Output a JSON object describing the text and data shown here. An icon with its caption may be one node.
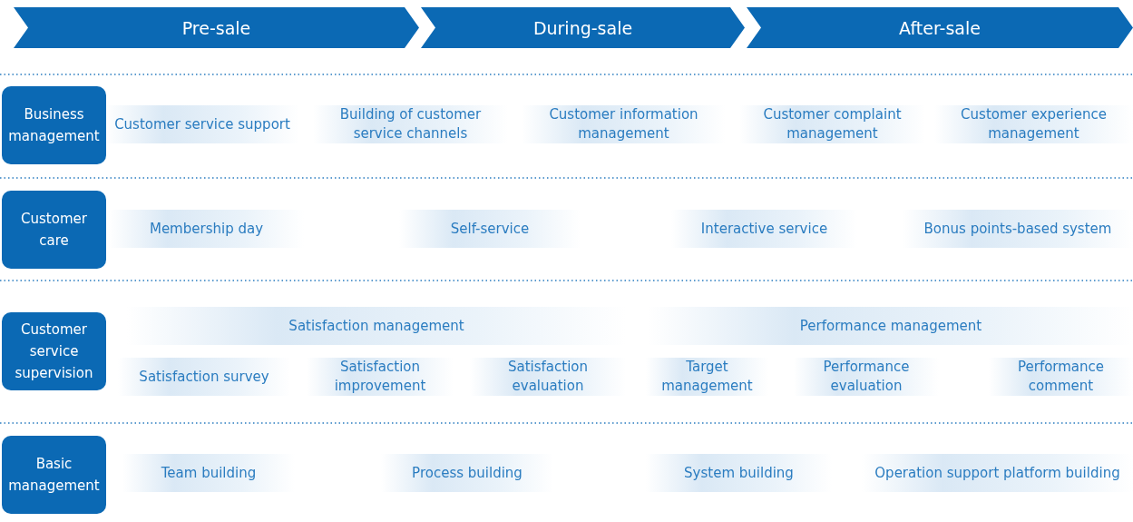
{
  "diagram": {
    "nodes": [
      {
        "text": [
          "Pre-sale"
        ]
      },
      {
        "text": [
          "During-sale"
        ]
      },
      {
        "text": [
          "After-sale"
        ]
      },
      {
        "text": [
          "Business management"
        ]
      },
      {
        "text": [
          "Customer service support"
        ]
      },
      {
        "text": [
          "Building of customer service channels"
        ]
      },
      {
        "text": [
          "Customer information management"
        ]
      },
      {
        "text": [
          "Customer complaint management"
        ]
      },
      {
        "text": [
          "Customer experience management"
        ]
      },
      {
        "text": [
          "Customer care"
        ]
      },
      {
        "text": [
          "Membership day"
        ]
      },
      {
        "text": [
          "Self-service"
        ]
      },
      {
        "text": [
          "Interactive service"
        ]
      },
      {
        "text": [
          "Bonus points-based system"
        ]
      },
      {
        "text": [
          "Customer service supervision"
        ]
      },
      {
        "text": [
          "Satisfaction management"
        ]
      },
      {
        "text": [
          "Performance management"
        ]
      },
      {
        "text": [
          "Satisfaction survey"
        ]
      },
      {
        "text": [
          "Satisfaction improvement"
        ]
      },
      {
        "text": [
          "Satisfaction evaluation"
        ]
      },
      {
        "text": [
          "Target management"
        ]
      },
      {
        "text": [
          "Performance evaluation"
        ]
      },
      {
        "text": [
          "Performance comment"
        ]
      },
      {
        "text": [
          "Basic management"
        ]
      },
      {
        "text": [
          "Team building"
        ]
      },
      {
        "text": [
          "Process building"
        ]
      },
      {
        "text": [
          "System building"
        ]
      },
      {
        "text": [
          "Operation support platform building"
        ]
      }
    ]
  }
}
